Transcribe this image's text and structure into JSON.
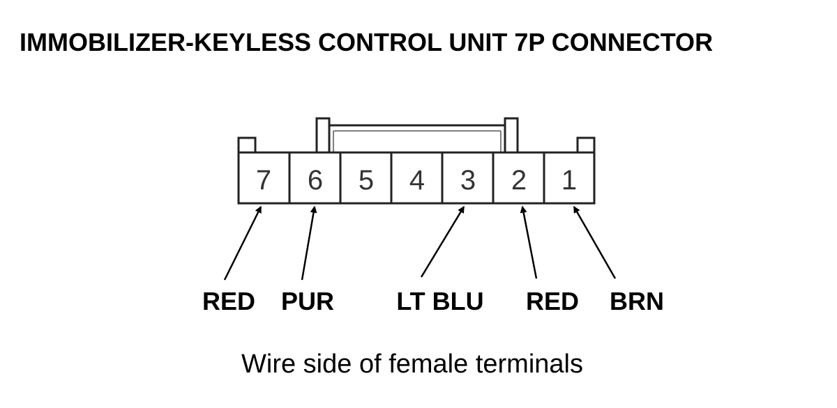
{
  "title": "IMMOBILIZER-KEYLESS CONTROL UNIT 7P CONNECTOR",
  "caption": "Wire side of female terminals",
  "connector": {
    "pins": [
      "7",
      "6",
      "5",
      "4",
      "3",
      "2",
      "1"
    ]
  },
  "wires": [
    {
      "pin": "7",
      "color_label": "RED"
    },
    {
      "pin": "6",
      "color_label": "PUR"
    },
    {
      "pin": "3",
      "color_label": "LT BLU"
    },
    {
      "pin": "2",
      "color_label": "RED"
    },
    {
      "pin": "1",
      "color_label": "BRN"
    }
  ]
}
